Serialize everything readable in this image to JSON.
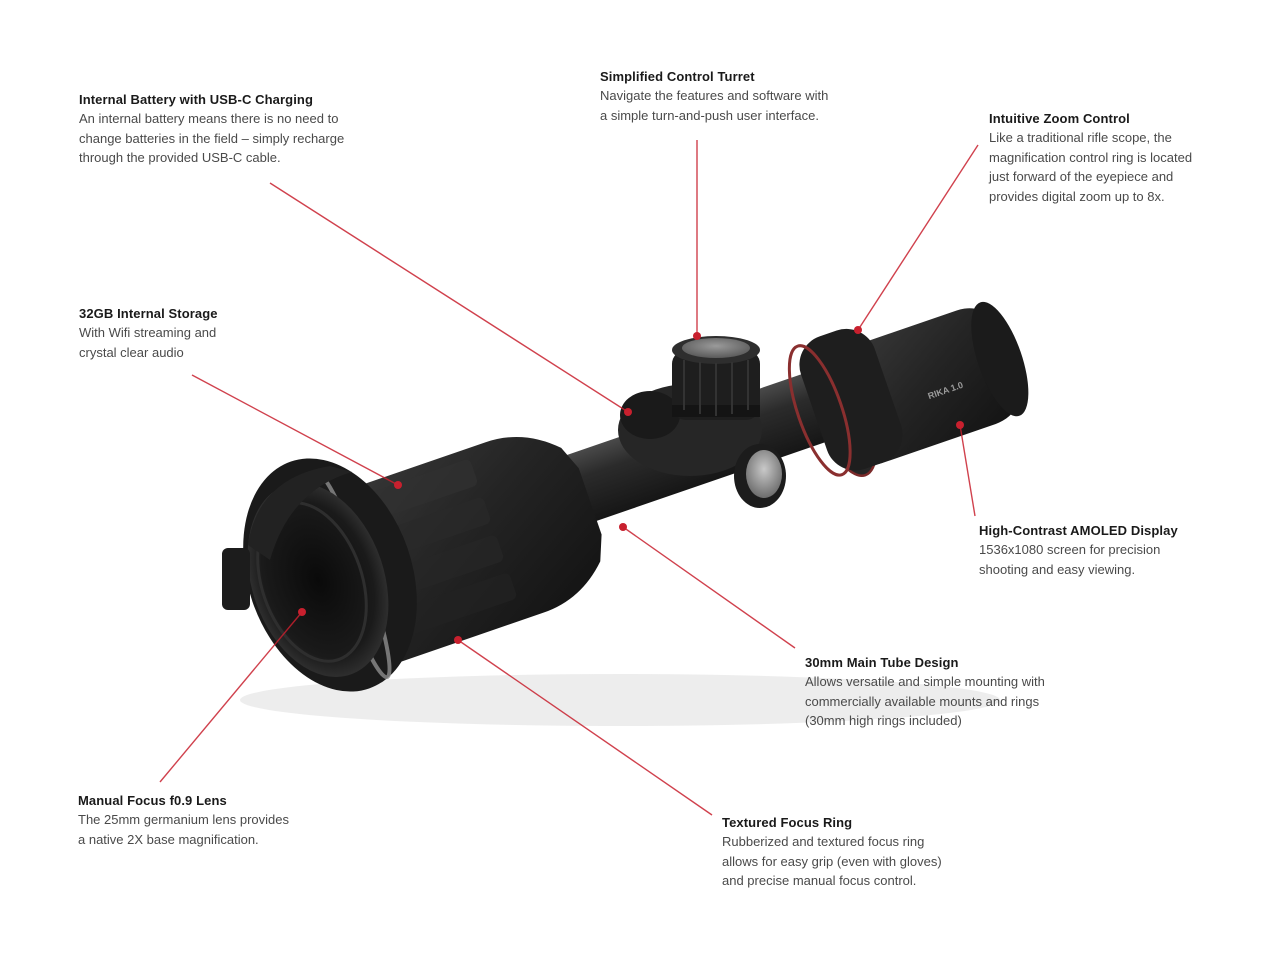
{
  "diagram": {
    "subject": "Thermal riflescope",
    "accent_color": "#c8202e",
    "callouts": [
      {
        "id": "battery",
        "title": "Internal Battery with USB-C Charging",
        "description": "An internal battery means there is no need to\nchange batteries in the field – simply recharge\nthrough the provided USB-C cable."
      },
      {
        "id": "turret",
        "title": "Simplified Control Turret",
        "description": "Navigate the features and software with\na simple turn-and-push user interface."
      },
      {
        "id": "zoom",
        "title": "Intuitive Zoom Control",
        "description": "Like a traditional rifle scope, the\nmagnification control ring is located\njust forward of the eyepiece and\nprovides digital zoom up to 8x."
      },
      {
        "id": "storage",
        "title": "32GB Internal Storage",
        "description": "With Wifi streaming and\ncrystal clear audio"
      },
      {
        "id": "display",
        "title": "High-Contrast AMOLED Display",
        "description": "1536x1080 screen for precision\nshooting and easy viewing."
      },
      {
        "id": "tube",
        "title": "30mm Main Tube Design",
        "description": "Allows versatile and simple mounting with\ncommercially available mounts and rings\n(30mm high rings included)"
      },
      {
        "id": "lens",
        "title": "Manual Focus f0.9 Lens",
        "description": "The 25mm germanium lens provides\na native 2X base magnification."
      },
      {
        "id": "focus",
        "title": "Textured Focus Ring",
        "description": "Rubberized and textured focus ring\nallows for easy grip (even with gloves)\nand precise manual focus control."
      }
    ],
    "scope_label": "RIKA 1.0"
  }
}
